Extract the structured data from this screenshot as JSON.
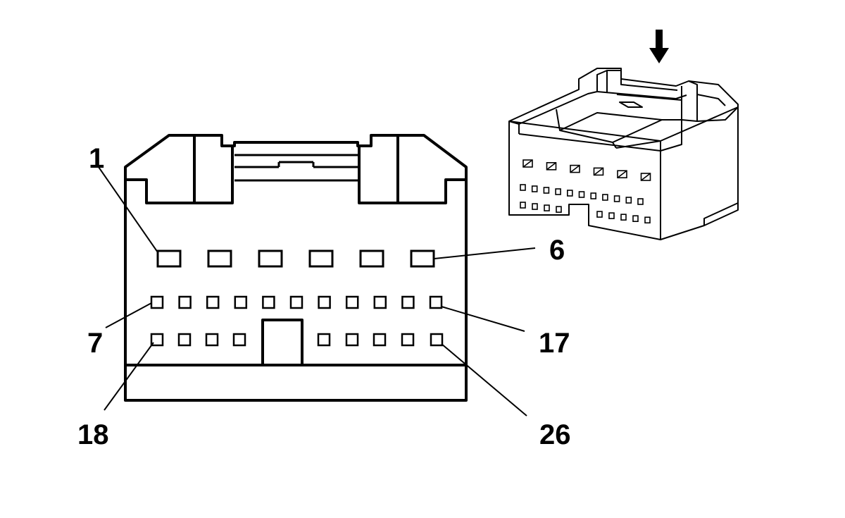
{
  "labels": {
    "pin_1": "1",
    "pin_6": "6",
    "pin_7": "7",
    "pin_17": "17",
    "pin_18": "18",
    "pin_26": "26"
  },
  "connector": {
    "upper_row_cavities": 6,
    "middle_row_cavities": 11,
    "lower_row_cavities": 9
  },
  "colors": {
    "line": "#000000",
    "background": "#ffffff"
  },
  "icons": {
    "insertion_direction": "down-arrow-icon"
  }
}
